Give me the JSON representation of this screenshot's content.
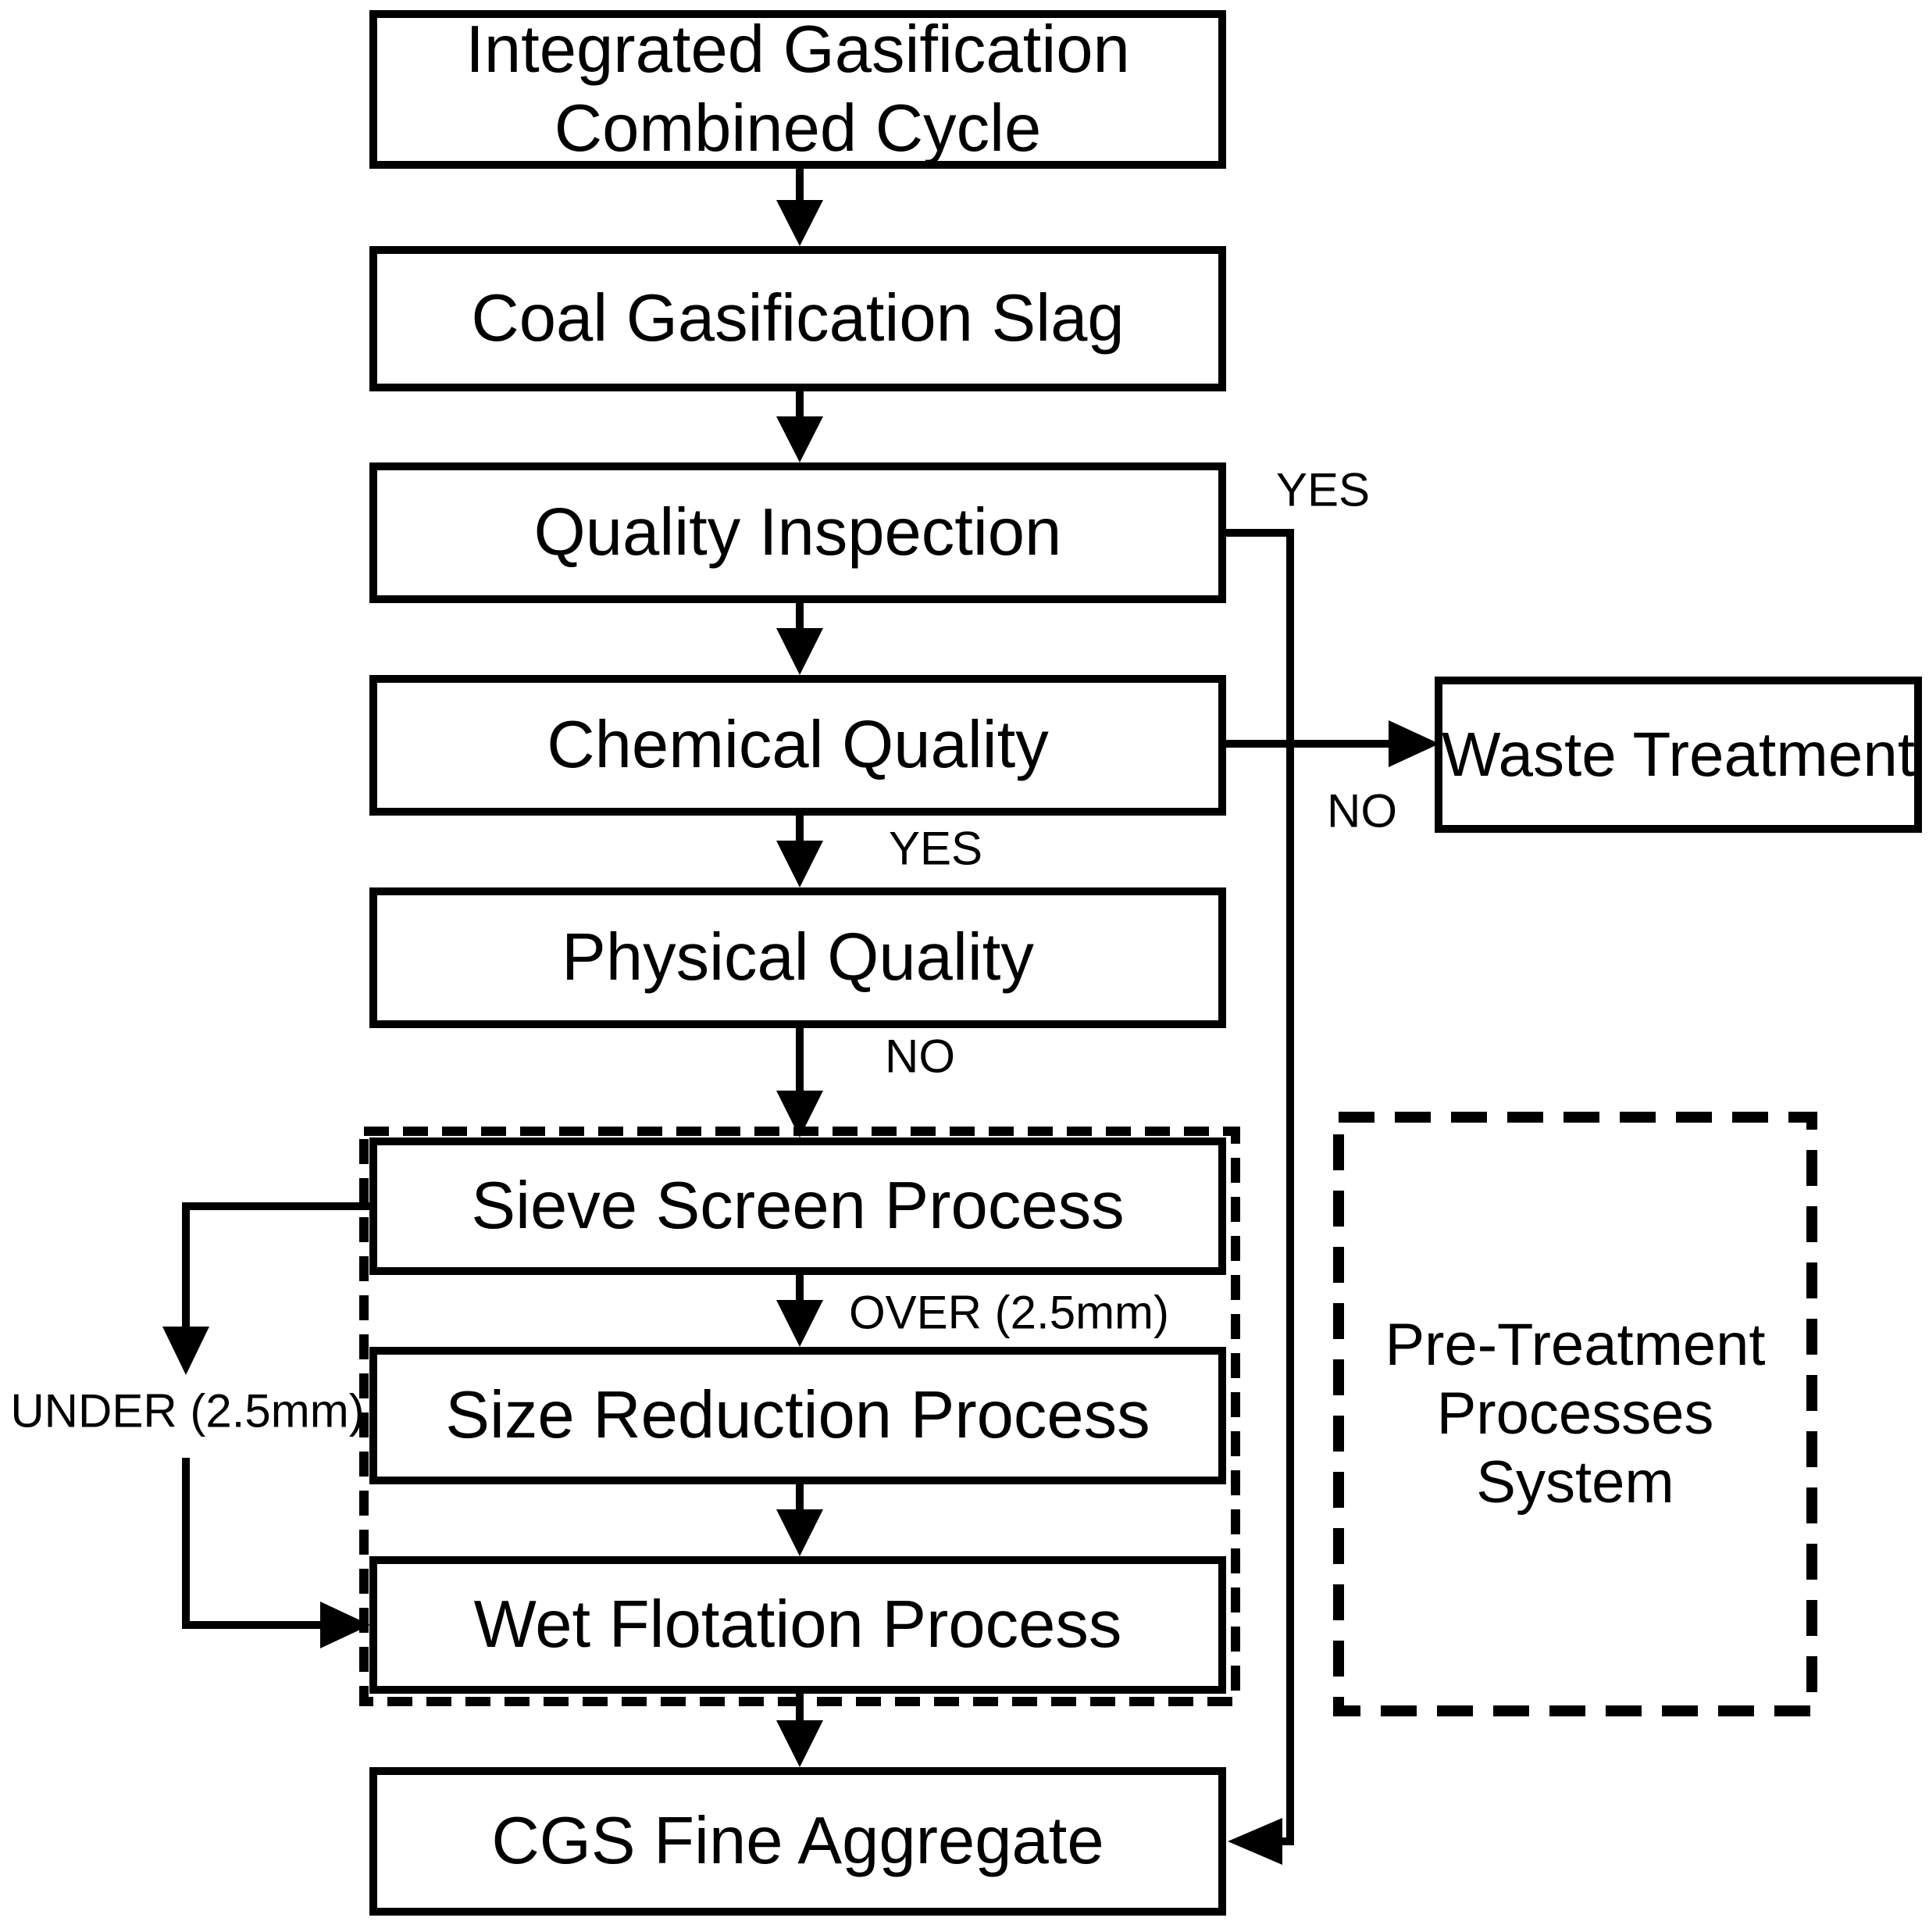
{
  "colors": {
    "ink": "#000000",
    "background": "#ffffff"
  },
  "nodes": {
    "igcc": {
      "lines": [
        "Integrated Gasification",
        "Combined Cycle"
      ]
    },
    "slag": {
      "label": "Coal Gasification Slag"
    },
    "quality_inspection": {
      "label": "Quality Inspection"
    },
    "chemical_quality": {
      "label": "Chemical Quality"
    },
    "physical_quality": {
      "label": "Physical Quality"
    },
    "sieve_screen": {
      "label": "Sieve Screen Process"
    },
    "size_reduction": {
      "label": "Size Reduction Process"
    },
    "wet_flotation": {
      "label": "Wet Flotation Process"
    },
    "cgs_fine_aggregate": {
      "label": "CGS Fine Aggregate"
    },
    "waste_treatment": {
      "label": "Waste Treatment"
    },
    "pretreatment_system": {
      "lines": [
        "Pre-Treatment",
        "Processes",
        "System"
      ]
    }
  },
  "edge_labels": {
    "quality_yes": "YES",
    "chemical_no": "NO",
    "chemical_yes": "YES",
    "physical_no": "NO",
    "sieve_over": "OVER (2.5mm)",
    "sieve_under": "UNDER (2.5mm)"
  }
}
